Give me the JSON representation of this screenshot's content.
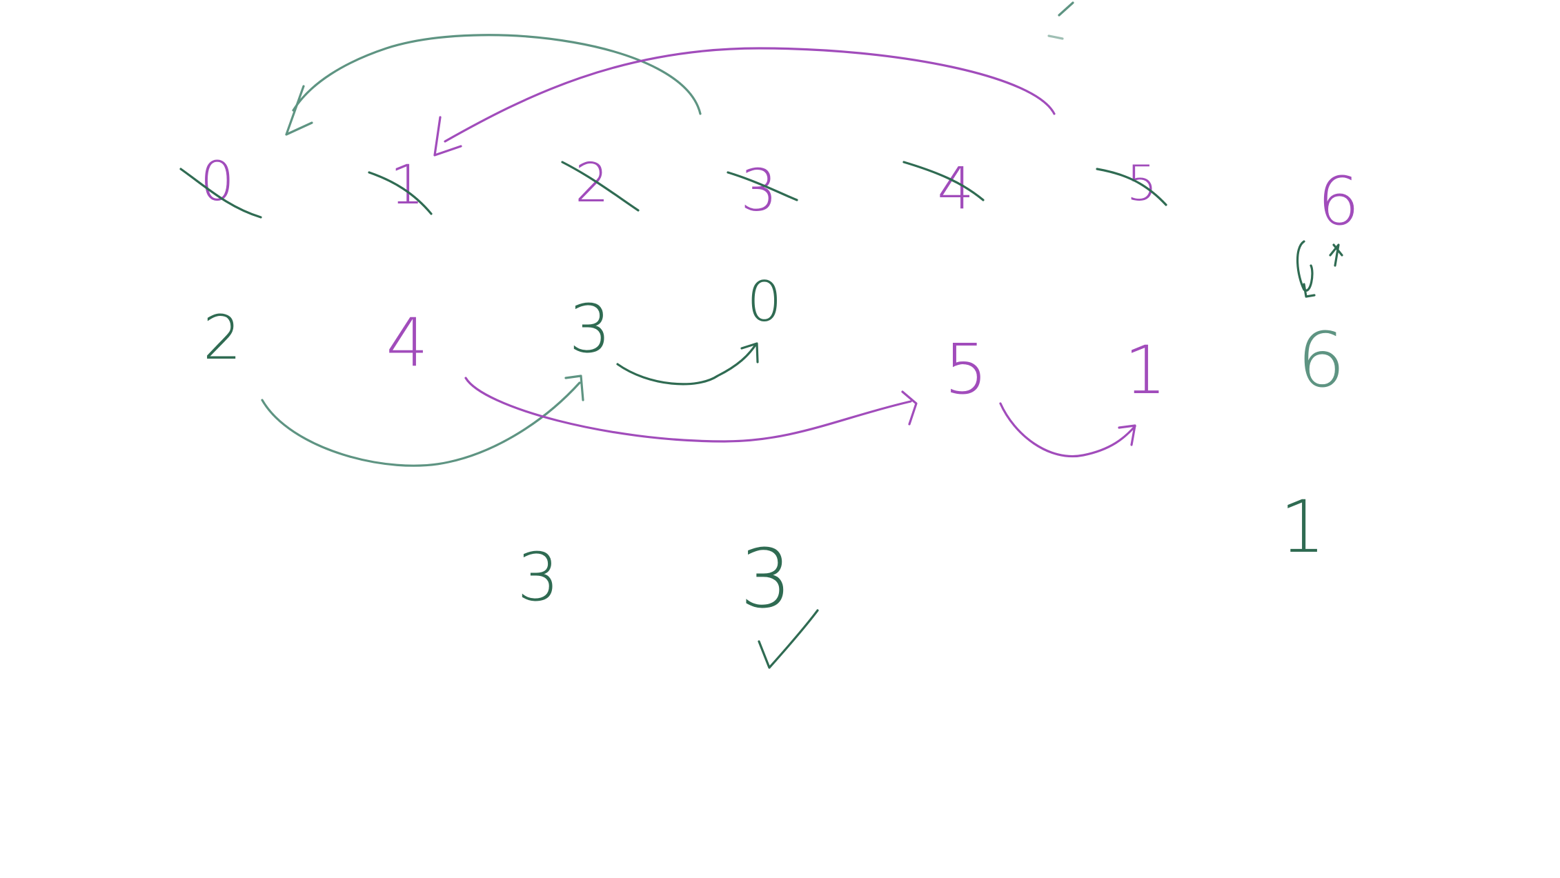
{
  "colors": {
    "green": "#2f6b52",
    "green_light": "#5e9482",
    "purple": "#a14cbb",
    "background": "#ffffff"
  },
  "index_row": [
    "0",
    "1",
    "2",
    "3",
    "4",
    "5",
    "6"
  ],
  "value_row": [
    "2",
    "4",
    "3",
    "0",
    "5",
    "1",
    "6"
  ],
  "cycle_lengths": [
    "3",
    "3",
    "1"
  ],
  "check_mark": "✓"
}
